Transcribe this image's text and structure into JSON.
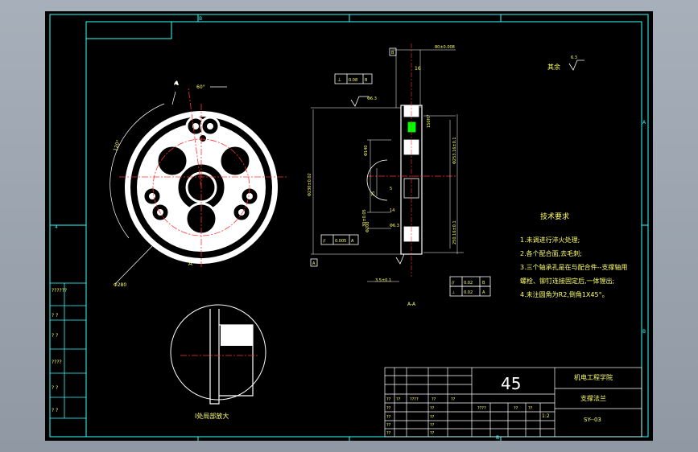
{
  "colors": {
    "frame": "#33ffff",
    "part": "#ffffff",
    "center": "#ff3333",
    "dim": "#ffffff",
    "hatch": "#ffffff",
    "text": "#ffff66",
    "green": "#00ff00"
  },
  "frame": {
    "zone_b_top": "B",
    "zone_b_bottom": "B",
    "zone_a_right": "A",
    "zone_b_right": "B",
    "zone_4_left": "4"
  },
  "notes": {
    "surface_rest_label": "其余",
    "surface_rest_value": "6.3",
    "tech_title": "技术要求",
    "items": [
      "1.未调进行淬火处理;",
      "2.各个配合面,去毛刺;",
      "3.三个轴承孔是在与配合件--支撑轴用",
      "  螺栓、铆钉连接固定后,一体镗出;",
      "4.未注圆角为R2,倒角1X45°。"
    ]
  },
  "views": {
    "section_label": "A-A",
    "detail_label": "I处局部放大",
    "cut_mark": "A"
  },
  "dims": {
    "angle": "60°",
    "arc": "120°",
    "dia_outer": "Φ280",
    "ra_a": "Φ6.3",
    "ra_b": "Φ6.3",
    "tol_a": "0.008",
    "tol_b": "0.02",
    "d1": "16",
    "d2": "80±0.008",
    "d3": "150H7",
    "d4": "Φ140",
    "d5": "25",
    "d6": "Φ230±0.02",
    "d7": "14",
    "d8": "250.16±0.1",
    "d9": "Φ253.16±0.1",
    "d10": "Φ200",
    "d11": "5",
    "d12": "3.5±0.1",
    "d13": "30±0.05"
  },
  "datums": {
    "b": "B",
    "a": "A"
  },
  "gtol": [
    {
      "sym": "⊥",
      "val": "0.08",
      "ref": "B"
    },
    {
      "sym": "//",
      "val": "0.005",
      "ref": "A"
    },
    {
      "sym": "//",
      "val": "0.02",
      "ref": "B"
    },
    {
      "sym": "⊥",
      "val": "0.02",
      "ref": "A"
    }
  ],
  "titleblock": {
    "material": "45",
    "school": "机电工程学院",
    "part": "支撑法兰",
    "drawing_no": "SY--03",
    "scale": "1:2",
    "q": [
      "??",
      "??",
      "????",
      "??",
      "??",
      "??",
      "??",
      "??",
      "??",
      "????",
      "??",
      "??",
      "??",
      "??",
      "??",
      "??"
    ]
  },
  "left_cells": [
    "??????",
    "? ?",
    "? ?",
    "????",
    "? ?",
    "? ?"
  ]
}
